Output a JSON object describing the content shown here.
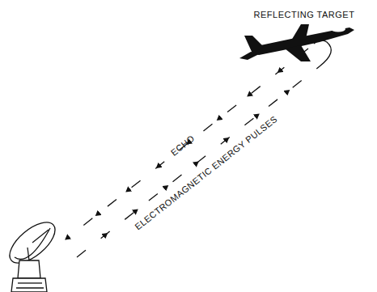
{
  "diagram": {
    "labels": [
      "REFLECTING TARGET",
      "ECHO",
      "ELECTROMAGNETIC ENERGY PULSES"
    ]
  }
}
